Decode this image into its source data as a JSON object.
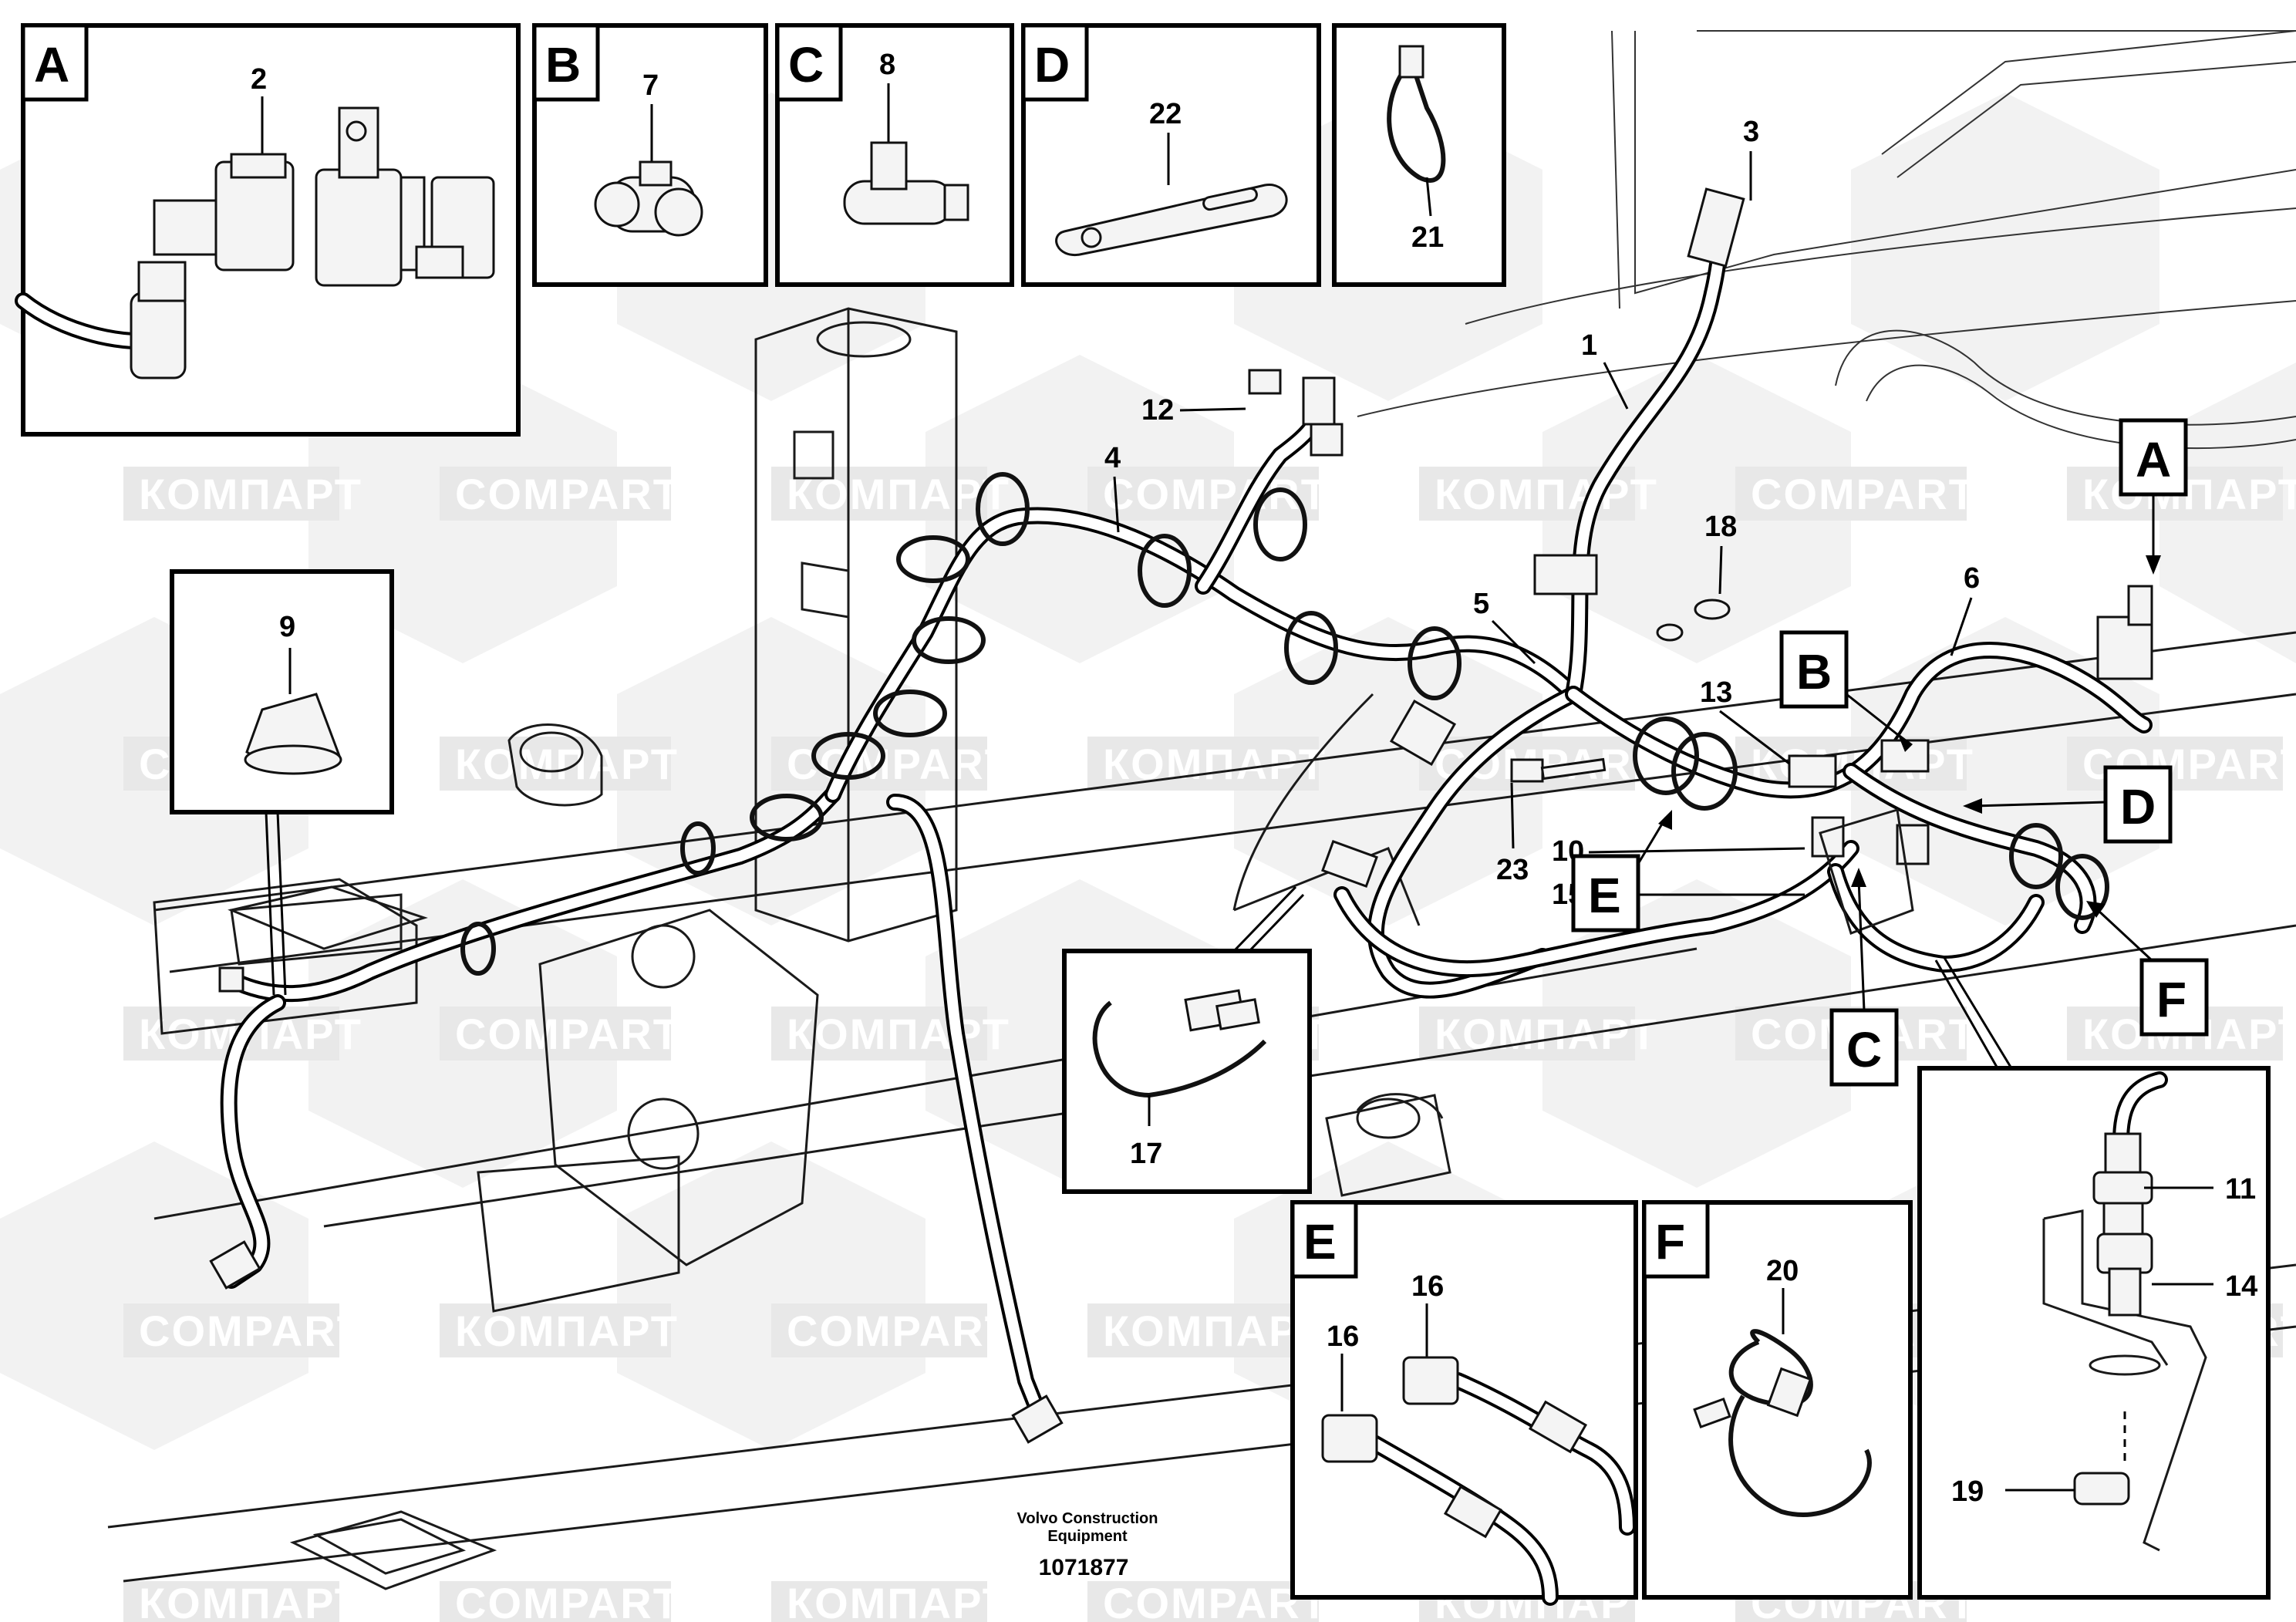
{
  "watermark": {
    "brand_latin": "COMPART",
    "brand_cyrillic": "КОМПАРТ"
  },
  "insets": {
    "A": {
      "letter": "A",
      "parts": [
        "2"
      ]
    },
    "B": {
      "letter": "B",
      "parts": [
        "7"
      ]
    },
    "C": {
      "letter": "C",
      "parts": [
        "8"
      ]
    },
    "D": {
      "letter": "D",
      "parts": [
        "22"
      ]
    },
    "clip21": {
      "parts": [
        "21"
      ]
    },
    "grommet9": {
      "parts": [
        "9"
      ]
    },
    "clip17": {
      "parts": [
        "17"
      ]
    },
    "E": {
      "letter": "E",
      "parts": [
        "16",
        "16"
      ]
    },
    "F": {
      "letter": "F",
      "parts": [
        "20"
      ]
    },
    "sensor": {
      "parts": [
        "11",
        "14",
        "19"
      ]
    }
  },
  "callouts": {
    "main": [
      "1",
      "3",
      "4",
      "5",
      "6",
      "10",
      "12",
      "13",
      "15",
      "18",
      "23"
    ],
    "detail_tags": [
      "A",
      "B",
      "C",
      "D",
      "E",
      "F"
    ]
  },
  "footer": {
    "company_line1": "Volvo Construction",
    "company_line2": "Equipment",
    "drawing_number": "1071877"
  }
}
